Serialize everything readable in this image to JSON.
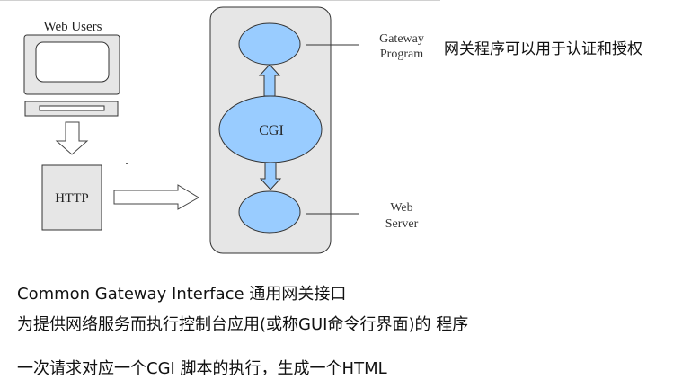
{
  "diagram": {
    "web_users_label": "Web Users",
    "http_label": "HTTP",
    "cgi_label": "CGI",
    "gateway_label_line1": "Gateway",
    "gateway_label_line2": "Program",
    "web_server_label_line1": "Web",
    "web_server_label_line2": "Server",
    "colors": {
      "ellipse_fill": "#99ccff",
      "container_fill": "#e6e6e6",
      "gray_box_fill": "#e6e6e6",
      "stroke": "#333333"
    }
  },
  "notes": {
    "gateway_auth": "网关程序可以用于认证和授权"
  },
  "description": {
    "line1": "Common Gateway Interface 通用网关接口",
    "line2": "为提供网络服务而执行控制台应用(或称GUI命令行界面)的 程序",
    "line3": "一次请求对应一个CGI 脚本的执行，生成一个HTML"
  }
}
